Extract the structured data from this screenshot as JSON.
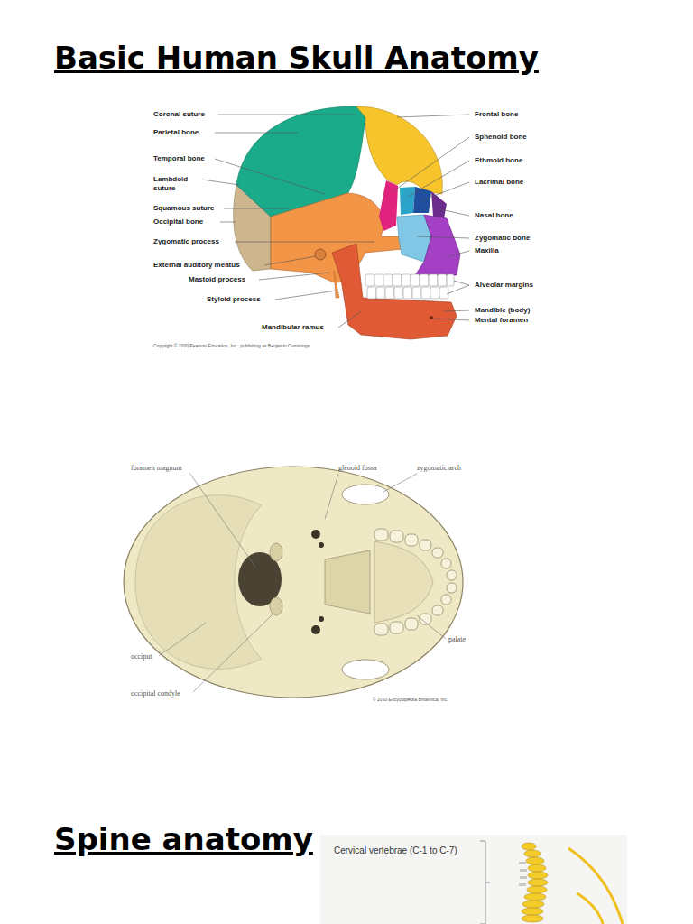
{
  "diagram": {
    "title": "Basic Human Skull Anatomy",
    "labels": [
      "Coronal suture",
      "Parietal bone",
      "Temporal bone",
      "Lambdoid suture",
      "Squamous suture",
      "Occipital bone",
      "Zygomatic process",
      "External auditory meatus",
      "Mastoid process",
      "Styloid process",
      "Mandibular ramus",
      "Frontal bone",
      "Sphenoid bone",
      "Ethmoid bone",
      "Lacrimal bone",
      "Nasal bone",
      "Zygomatic bone",
      "Maxilla",
      "Alveolar margins",
      "Mandible (body)",
      "Mental foramen",
      "Copyright © 2000 Pearson Education, Inc., publishing as Benjamin Cummings.",
      "foramen magnum",
      "glenoid fossa",
      "zygomatic arch",
      "occiput",
      "occipital condyle",
      "palate",
      "© 2010 Encyclopædia Britannica, Inc.",
      "Spine anatomy",
      "Cervical vertebrae (C-1 to C-7)"
    ]
  }
}
